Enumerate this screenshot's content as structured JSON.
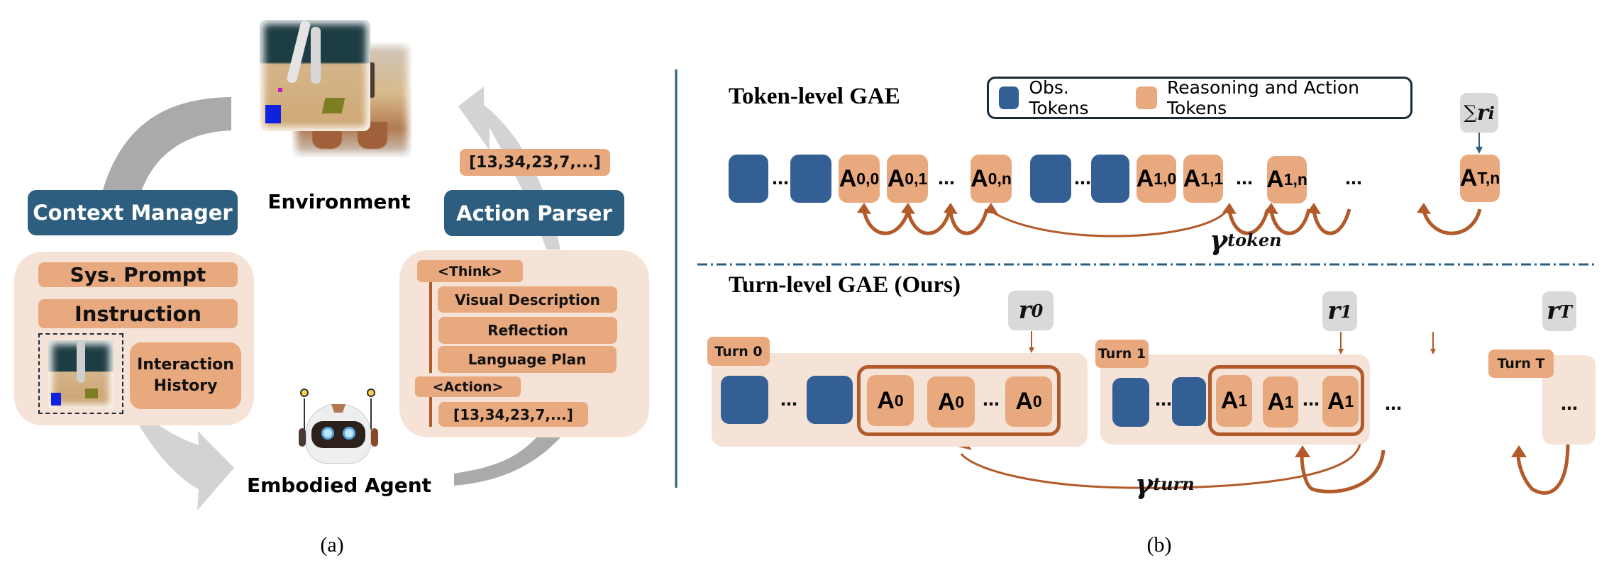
{
  "panel_a": {
    "caption": "(a)",
    "environment_label": "Environment",
    "agent_label": "Embodied Agent",
    "context_manager": {
      "title": "Context Manager",
      "items": [
        "Sys. Prompt",
        "Instruction"
      ],
      "history_label_line1": "Interaction",
      "history_label_line2": "History"
    },
    "action_parser": {
      "title": "Action Parser",
      "output_code": "[13,34,23,7,...]",
      "think_tag": "<Think>",
      "think_items": [
        "Visual Description",
        "Reflection",
        "Language Plan"
      ],
      "action_tag": "<Action>",
      "action_code": "[13,34,23,7,...]"
    }
  },
  "panel_b": {
    "caption": "(b)",
    "legend": {
      "obs_label": "Obs. Tokens",
      "reasoning_label": "Reasoning and Action Tokens"
    },
    "token_level": {
      "title": "Token-level GAE",
      "reward_label": {
        "prefix": "∑",
        "symbol": "r",
        "sub": "i"
      },
      "gamma_label": {
        "symbol": "γ",
        "sub": "token"
      },
      "ellipsis": "…",
      "action_tokens": [
        {
          "base": "A",
          "sub": "0,0"
        },
        {
          "base": "A",
          "sub": "0,1"
        },
        {
          "base": "A",
          "sub": "0,n"
        },
        {
          "base": "A",
          "sub": "1,0"
        },
        {
          "base": "A",
          "sub": "1,1"
        },
        {
          "base": "A",
          "sub": "1,n"
        },
        {
          "base": "A",
          "sub": "T,n"
        }
      ]
    },
    "turn_level": {
      "title": "Turn-level GAE (Ours)",
      "gamma_label": {
        "symbol": "γ",
        "sub": "turn"
      },
      "ellipsis": "…",
      "turns": [
        {
          "label": "Turn 0",
          "reward": {
            "symbol": "r",
            "sub": "0"
          },
          "token": {
            "base": "A",
            "sub": "0"
          }
        },
        {
          "label": "Turn 1",
          "reward": {
            "symbol": "r",
            "sub": "1"
          },
          "token": {
            "base": "A",
            "sub": "1"
          }
        },
        {
          "label": "Turn T",
          "reward": {
            "symbol": "r",
            "sub": "T"
          }
        }
      ]
    }
  },
  "colors": {
    "navy_box": "#2e5e7f",
    "obs_token": "#345f94",
    "action_token": "#e8a97e",
    "panel_bg": "#f6e3d7",
    "gae_arrow": "#b25a2a",
    "reward_box": "#d9d9d9",
    "cycle_arrow": "#aaaaaa"
  }
}
